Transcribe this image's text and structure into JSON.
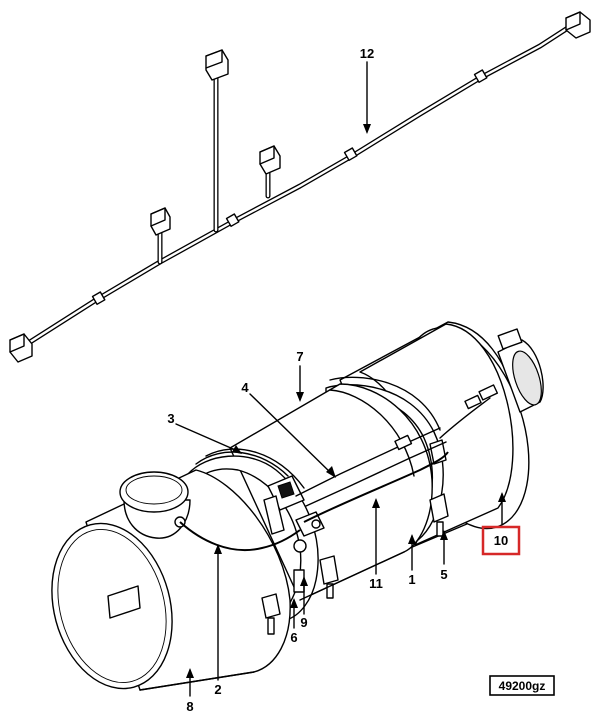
{
  "diagram": {
    "figure_id": "49200gz",
    "highlighted_callout": "10",
    "highlight_color": "#d62828",
    "callouts": [
      "1",
      "2",
      "3",
      "4",
      "5",
      "6",
      "7",
      "8",
      "9",
      "10",
      "11",
      "12"
    ]
  }
}
